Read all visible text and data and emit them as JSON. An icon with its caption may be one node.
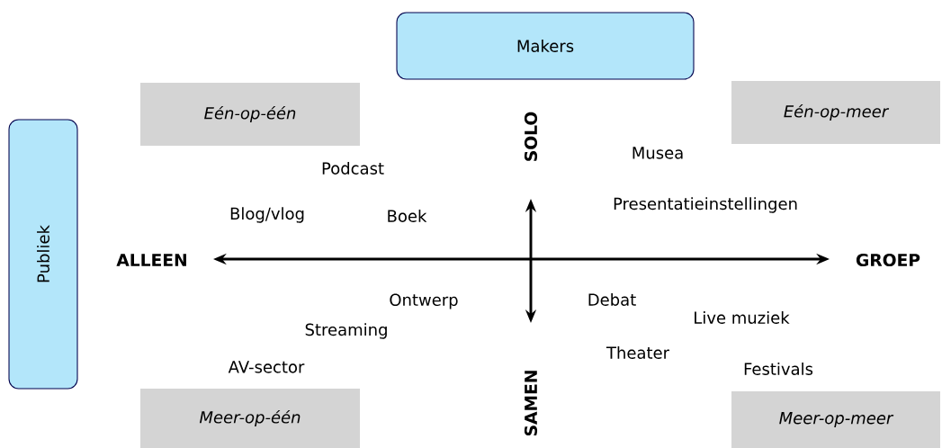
{
  "diagram": {
    "nodes": [
      {
        "text": [
          "Makers"
        ]
      },
      {
        "text": [
          "Publiek"
        ]
      },
      {
        "text": [
          "Eén-op-één"
        ]
      },
      {
        "text": [
          "Eén-op-meer"
        ]
      },
      {
        "text": [
          "Meer-op-één"
        ]
      },
      {
        "text": [
          "Meer-op-meer"
        ]
      }
    ],
    "labels": [
      "SOLO",
      "Musea",
      "Podcast",
      "Presentatieinstellingen",
      "Blog/vlog",
      "Boek",
      "ALLEEN",
      "GROEP",
      "Ontwerp",
      "Debat",
      "Live muziek",
      "Streaming",
      "Theater",
      "AV-sector",
      "Festivals",
      "SAMEN"
    ]
  }
}
